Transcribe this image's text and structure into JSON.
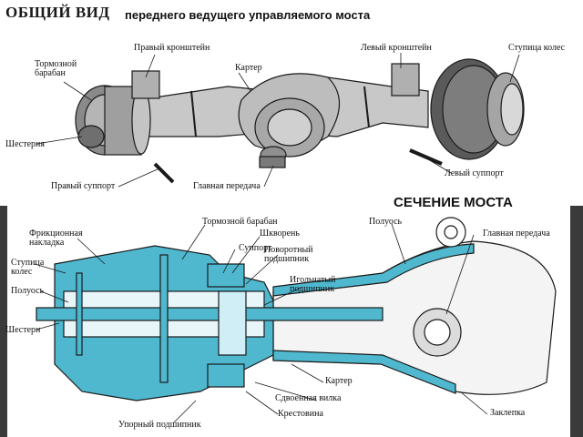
{
  "header": {
    "title": "ОБЩИЙ ВИД",
    "subtitle": "переднего ведущего управляемого моста"
  },
  "general_view": {
    "labels": {
      "brake_drum": "Тормозной\nбарабан",
      "right_bracket": "Правый кронштейн",
      "housing": "Картер",
      "left_bracket": "Левый кронштейн",
      "wheel_hub": "Ступица колес",
      "gear": "Шестерня",
      "right_support": "Правый суппорт",
      "main_gear": "Главная передача",
      "left_support": "Левый суппорт"
    }
  },
  "section_view": {
    "title": "СЕЧЕНИЕ МОСТА",
    "labels": {
      "brake_drum": "Тормозной барабан",
      "axle_shaft": "Полуось",
      "friction_lining": "Фрикционная\nнакладка",
      "kingpin": "Шкворень",
      "main_gear": "Главная передача",
      "wheel_hub": "Ступица\nколес",
      "support": "Суппорт",
      "pivot_bearing": "Поворотный\nподшипник",
      "axle_shaft_left": "Полуось",
      "needle_bearing": "Игольчатый\nподшипник",
      "gear": "Шестерн",
      "housing": "Картер",
      "double_fork": "Сдвоенная вилка",
      "rivet": "Заклепка",
      "cross": "Крестовина",
      "thrust_bearing": "Упорный подшипник"
    }
  },
  "colors": {
    "section_fill": "#4fb8cf",
    "ink": "#1a1a1a",
    "frame_dark": "#3a3a3a"
  }
}
